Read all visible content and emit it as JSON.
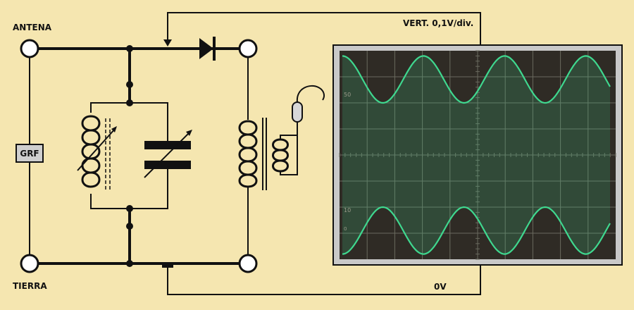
{
  "labels": {
    "antenna": "ANTENA",
    "ground": "TIERRA",
    "grf": "GRF",
    "vertical_scale": "VERT. 0,1V/div.",
    "zero_volts": "0V"
  },
  "scope_scale": {
    "top": "50",
    "bottom": "10",
    "bottom_small": "0"
  },
  "colors": {
    "background": "#f5e6b0",
    "wire": "#111111",
    "screen": "#2f2b25",
    "trace": "#3fd88f",
    "grf_box": "#cfcfcf"
  },
  "waveform": {
    "type": "AM-envelope",
    "cycles": 3.3,
    "upper_envelope_max_div": 3.8,
    "upper_envelope_min_div": 2.0,
    "lower_envelope_max_div": -3.8,
    "lower_envelope_min_div": -2.0
  }
}
